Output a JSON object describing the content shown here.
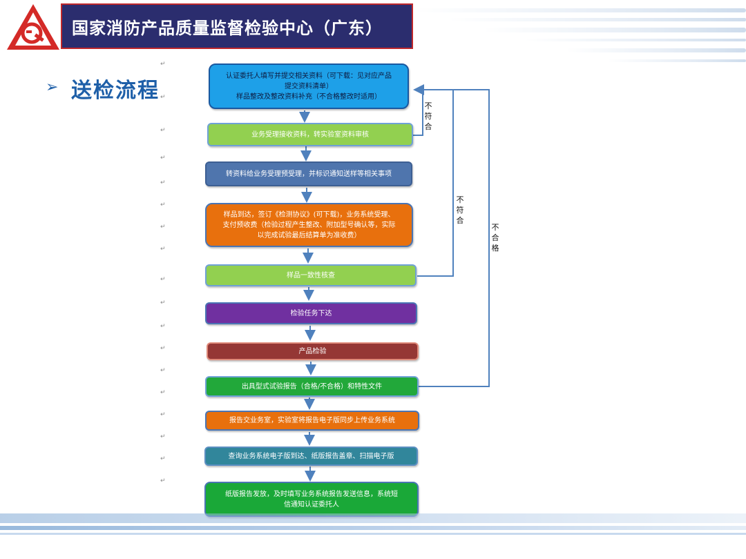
{
  "header": {
    "title": "国家消防产品质量监督检验中心（广东）"
  },
  "section": {
    "arrow": "➢",
    "title": "送检流程"
  },
  "steps": [
    {
      "lines": [
        "认证委托人填写并提交相关资料（可下载：见对应产品",
        "提交资料清单）",
        "样品整改及整改资料补充（不合格整改时适用）"
      ]
    },
    {
      "lines": [
        "业务受理接收资料，转实验室资料审核"
      ]
    },
    {
      "lines": [
        "转资料给业务受理预受理，并标识通知送样等相关事项"
      ]
    },
    {
      "lines": [
        "样品到达，签订《检测协议》(可下载)，业务系统受理、",
        "支付预收费（检验过程产生整改、附加型号确认等，实际",
        "以完成试验最后结算单为准收费）"
      ]
    },
    {
      "lines": [
        "样品一致性核查"
      ]
    },
    {
      "lines": [
        "检验任务下达"
      ]
    },
    {
      "lines": [
        "产品检验"
      ]
    },
    {
      "lines": [
        "出具型式试验报告（合格/不合格）和特性文件"
      ]
    },
    {
      "lines": [
        "报告交业务室，实验室将报告电子版同步上传业务系统"
      ]
    },
    {
      "lines": [
        "查询业务系统电子版到达、纸版报告盖章、扫描电子版"
      ]
    },
    {
      "lines": [
        "纸版报告发放，及时填写业务系统报告发送信息，系统短",
        "信通知认证委托人"
      ]
    }
  ],
  "feedback_labels": [
    {
      "chars": [
        "不",
        "符",
        "合"
      ]
    },
    {
      "chars": [
        "不",
        "符",
        "合"
      ]
    },
    {
      "chars": [
        "不",
        "合",
        "格"
      ]
    }
  ],
  "paragraph_mark": "↵",
  "colors": {
    "header_bg": "#2b2d6e",
    "header_border": "#c0282b",
    "title_blue": "#1e5fa8",
    "arrow_blue": "#4f81bd"
  }
}
